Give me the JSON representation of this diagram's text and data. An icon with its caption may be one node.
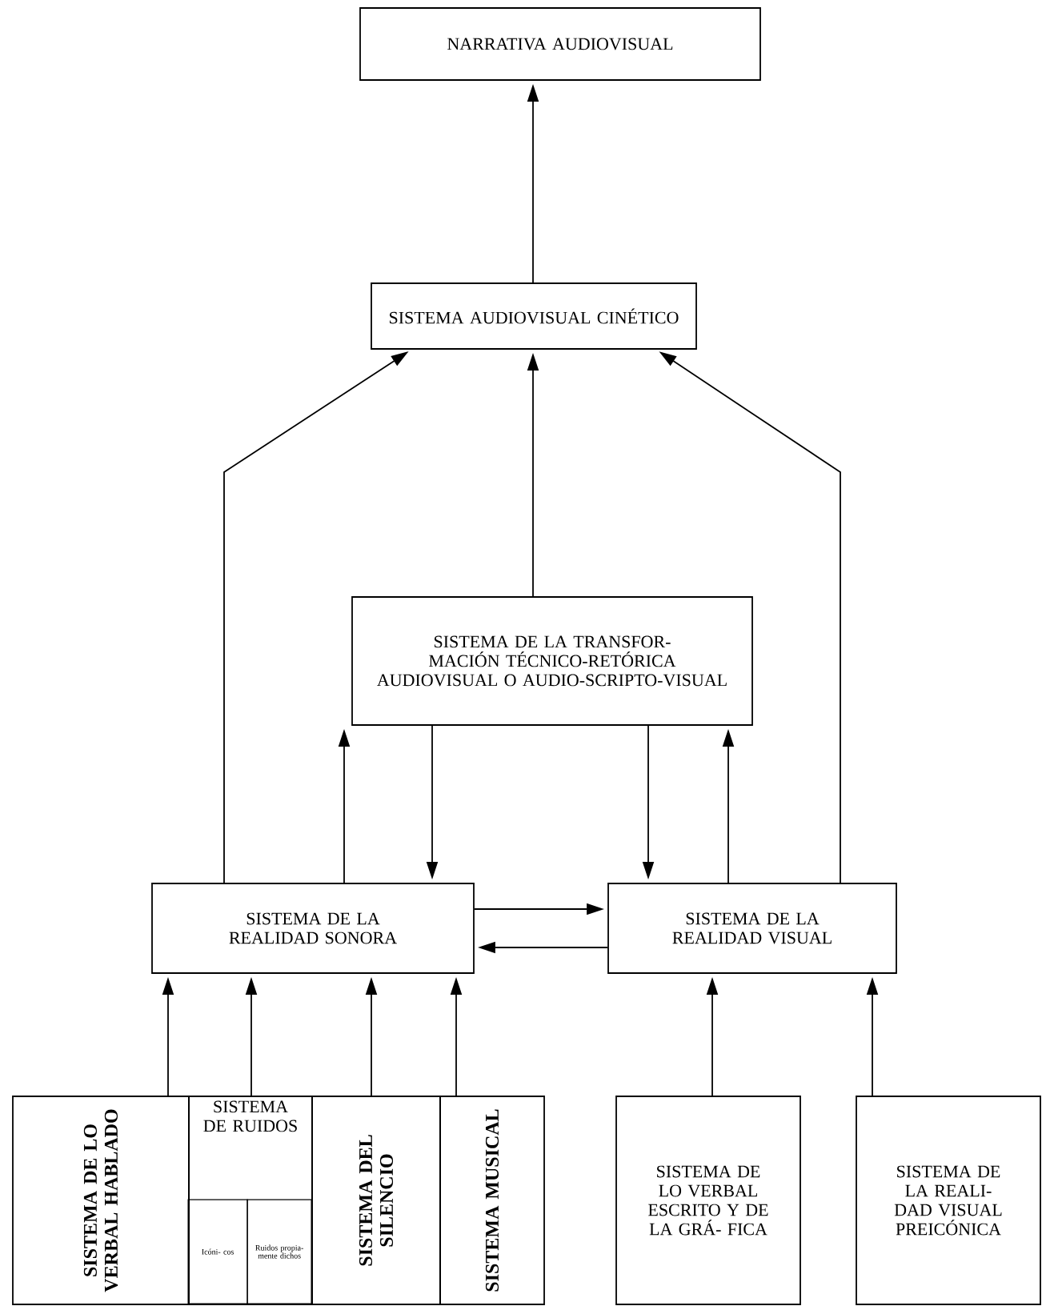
{
  "diagram": {
    "nodes": [
      {
        "text": [
          "NARRATIVA AUDIOVISUAL"
        ]
      },
      {
        "text": [
          "SISTEMA AUDIOVISUAL CINÉTICO"
        ]
      },
      {
        "text": [
          "SISTEMA DE LA TRANSFOR- MACIÓN TÉCNICO-RETÓRICA AUDIOVISUAL O AUDIO-SCRIPTO-VISUAL"
        ]
      },
      {
        "text": [
          "SISTEMA DE LA REALIDAD SONORA"
        ]
      },
      {
        "text": [
          "SISTEMA DE LA REALIDAD VISUAL"
        ]
      },
      {
        "text": [
          "SISTEMA DE LO VERBAL HABLADO"
        ]
      },
      {
        "text": [
          "SISTEMA DE RUIDOS"
        ]
      },
      {
        "text": [
          "Icóni- cos"
        ],
        "in": 6
      },
      {
        "text": [
          "Ruidos propia- mente dichos"
        ],
        "in": 6
      },
      {
        "text": [
          "SISTEMA DEL SILENCIO"
        ]
      },
      {
        "text": [
          "SISTEMA MUSICAL"
        ]
      },
      {
        "text": [
          "SISTEMA DE LO VERBAL ESCRITO Y DE LA GRÁ- FICA"
        ]
      },
      {
        "text": [
          "SISTEMA DE LA REALI- DAD VISUAL PREICÓNICA"
        ]
      }
    ],
    "edges": [
      {
        "from": 1,
        "to": 0,
        "arrow": "to"
      },
      {
        "from": 2,
        "to": 1,
        "arrow": "to"
      },
      {
        "from": 3,
        "to": 1,
        "arrow": "to"
      },
      {
        "from": 4,
        "to": 1,
        "arrow": "to"
      },
      {
        "from": 3,
        "to": 2,
        "arrow": "to"
      },
      {
        "from": 2,
        "to": 3,
        "arrow": "to"
      },
      {
        "from": 2,
        "to": 4,
        "arrow": "to"
      },
      {
        "from": 4,
        "to": 2,
        "arrow": "to"
      },
      {
        "from": 3,
        "to": 4,
        "arrow": "to"
      },
      {
        "from": 4,
        "to": 3,
        "arrow": "to"
      },
      {
        "from": 5,
        "to": 3,
        "arrow": "to"
      },
      {
        "from": 6,
        "to": 3,
        "arrow": "to"
      },
      {
        "from": 9,
        "to": 3,
        "arrow": "to"
      },
      {
        "from": 10,
        "to": 3,
        "arrow": "to"
      },
      {
        "from": 11,
        "to": 4,
        "arrow": "to"
      },
      {
        "from": 12,
        "to": 4,
        "arrow": "to"
      }
    ]
  }
}
